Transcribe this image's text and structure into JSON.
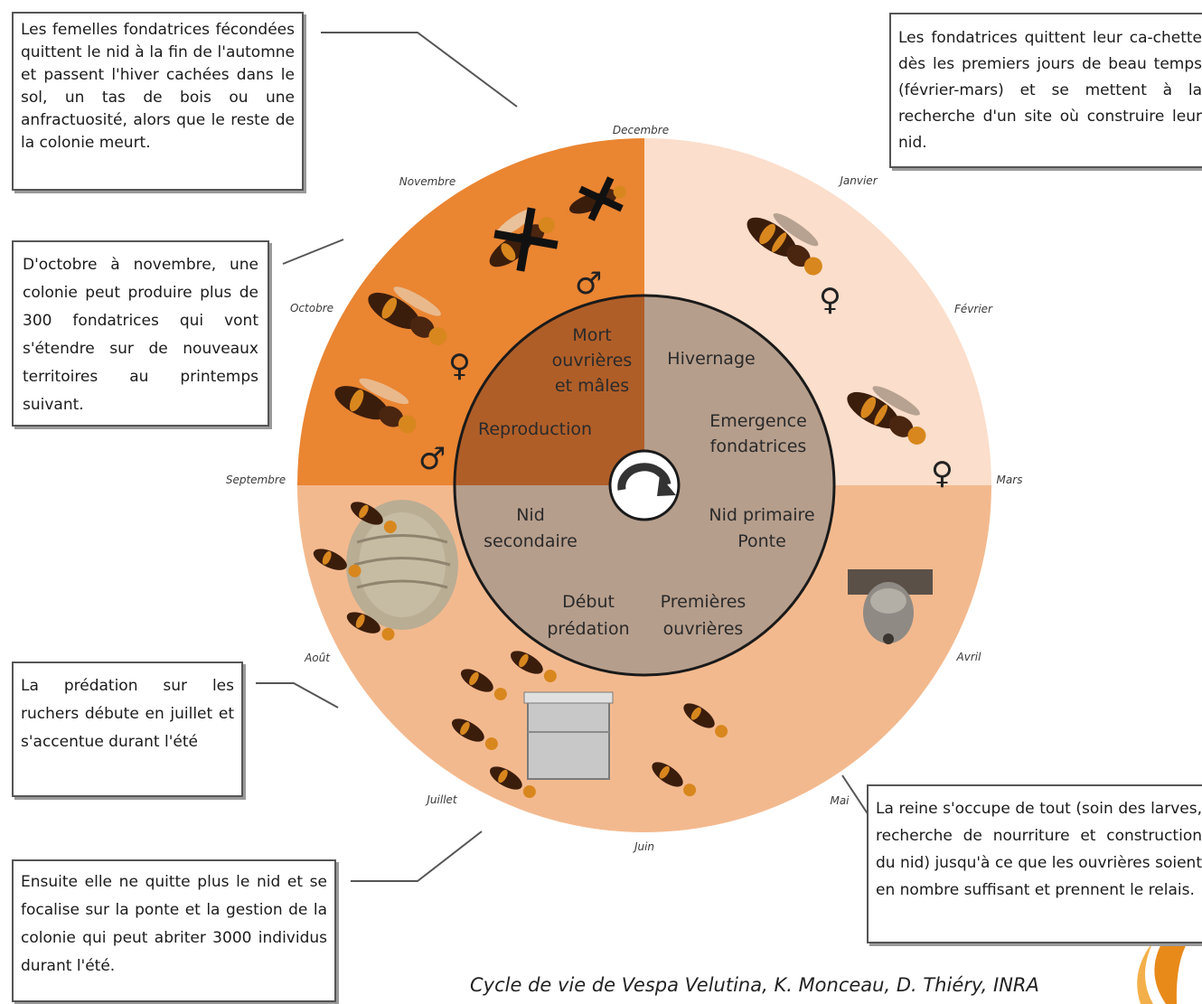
{
  "boxes": {
    "top_left": "Les femelles fondatrices fécondées quittent le nid à la fin de l'automne et passent l'hiver cachées dans le sol, un tas de bois ou une anfractuosité, alors que le reste de la colonie meurt.",
    "middle_left": "D'octobre à novembre, une colonie peut produire plus de 300 fondatrices qui vont s'étendre sur de nouveaux territoires au printemps suivant.",
    "top_right": "Les fondatrices quittent leur ca-chette dès les premiers jours de beau temps (février-mars) et se mettent à la recherche d'un site où construire leur nid.",
    "bottom_left_1": "La prédation sur les ruchers débute en juillet et s'accentue durant l'été",
    "bottom_left_2": "Ensuite elle ne quitte plus le nid et se focalise sur la ponte et la gestion de la colonie qui peut abriter 3000 individus durant l'été.",
    "bottom_right": "La reine s'occupe de tout (soin des larves, recherche de nourriture et construction du nid) jusqu'à ce que les ouvrières soient en nombre suffisant et prennent le relais."
  },
  "months": {
    "decembre": "Decembre",
    "janvier": "Janvier",
    "fevrier": "Février",
    "mars": "Mars",
    "avril": "Avril",
    "mai": "Mai",
    "juin": "Juin",
    "juillet": "Juillet",
    "aout": "Août",
    "septembre": "Septembre",
    "octobre": "Octobre",
    "novembre": "Novembre"
  },
  "phases": {
    "mort_1": "Mort",
    "mort_2": "ouvrières",
    "mort_3": "et mâles",
    "reproduction": "Reproduction",
    "hivernage": "Hivernage",
    "emergence_1": "Emergence",
    "emergence_2": "fondatrices",
    "nid_primaire_1": "Nid primaire",
    "nid_primaire_2": "Ponte",
    "premieres_1": "Premières",
    "premieres_2": "ouvrières",
    "debut_1": "Début",
    "debut_2": "prédation",
    "nid_secondaire_1": "Nid",
    "nid_secondaire_2": "secondaire"
  },
  "symbols": {
    "male": "♂",
    "female": "♀"
  },
  "caption": "Cycle de vie de Vespa Velutina, K. Monceau, D. Thiéry, INRA",
  "colors": {
    "autumn": "#ea8532",
    "winter": "#fbdecb",
    "summer": "#f3b98e",
    "inner_autumn": "#b05e28",
    "inner_other": "#b69e8c",
    "hornet_body": "#3b1d0c",
    "hornet_band": "#d8871e"
  }
}
